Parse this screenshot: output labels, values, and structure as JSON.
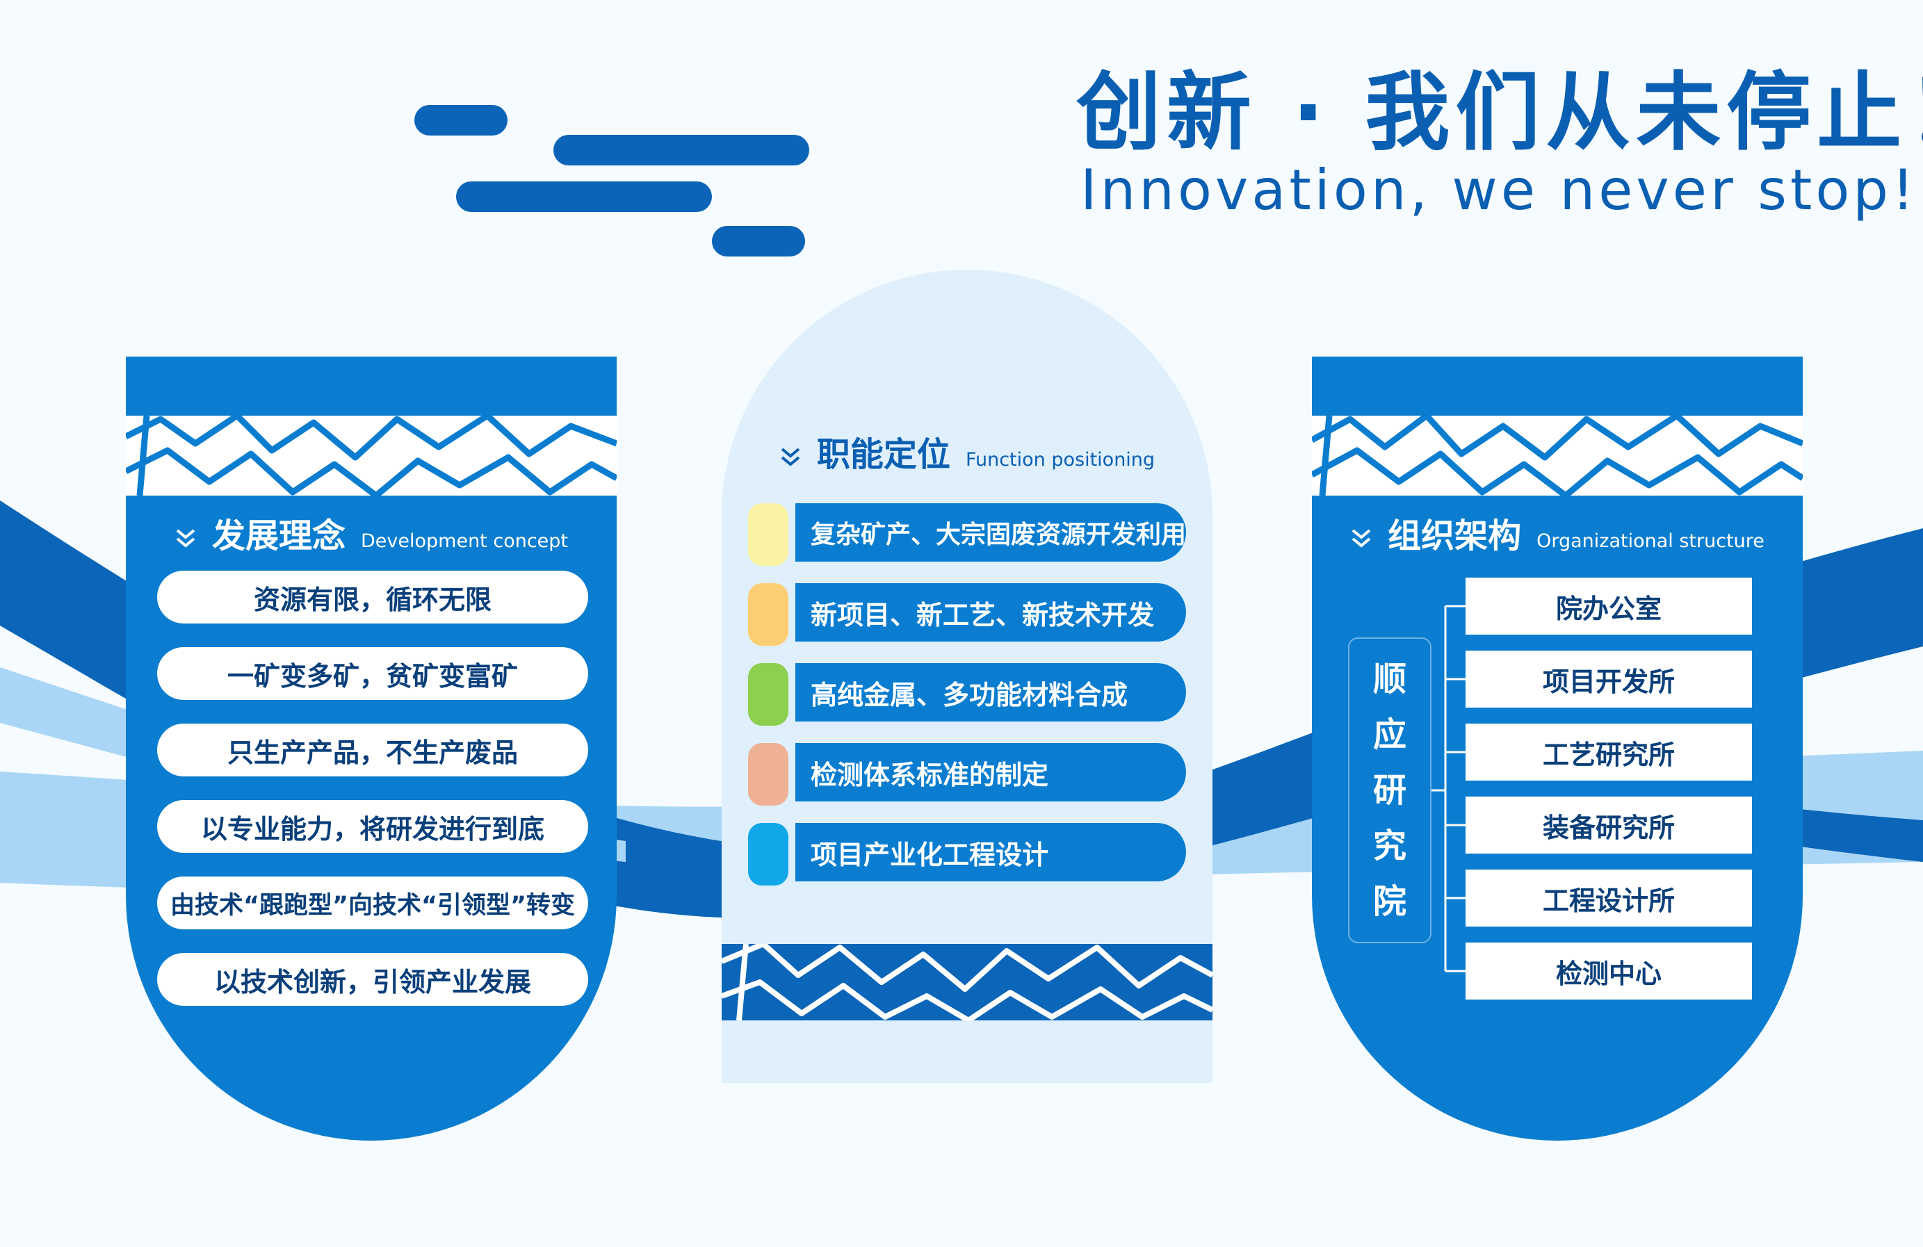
{
  "headline": {
    "title_cn": "创新 · 我们从未停止！",
    "title_en": "Innovation, we never stop!"
  },
  "colors": {
    "primary": "#0a7dd0",
    "dark": "#0b5fb3",
    "light": "#dff0fc",
    "text_dark": "#0a3f7a"
  },
  "development": {
    "title": "发展理念",
    "subtitle": "Development concept",
    "items": [
      "资源有限，循环无限",
      "一矿变多矿，贫矿变富矿",
      "只生产产品，不生产废品",
      "以专业能力，将研发进行到底",
      "由技术“跟跑型”向技术“引领型”转变",
      "以技术创新，引领产业发展"
    ]
  },
  "function": {
    "title": "职能定位",
    "subtitle": "Function positioning",
    "items": [
      {
        "label": "复杂矿产、大宗固废资源开发利用",
        "color": "#fbf3a4"
      },
      {
        "label": "新项目、新工艺、新技术开发",
        "color": "#fcce74"
      },
      {
        "label": "高纯金属、多功能材料合成",
        "color": "#8dcf4f"
      },
      {
        "label": "检测体系标准的制定",
        "color": "#efb193"
      },
      {
        "label": "项目产业化工程设计",
        "color": "#12a7e8"
      }
    ]
  },
  "organization": {
    "title": "组织架构",
    "subtitle": "Organizational structure",
    "root": [
      "顺",
      "应",
      "研",
      "究",
      "院"
    ],
    "branches": [
      "院办公室",
      "项目开发所",
      "工艺研究所",
      "装备研究所",
      "工程设计所",
      "检测中心"
    ]
  }
}
